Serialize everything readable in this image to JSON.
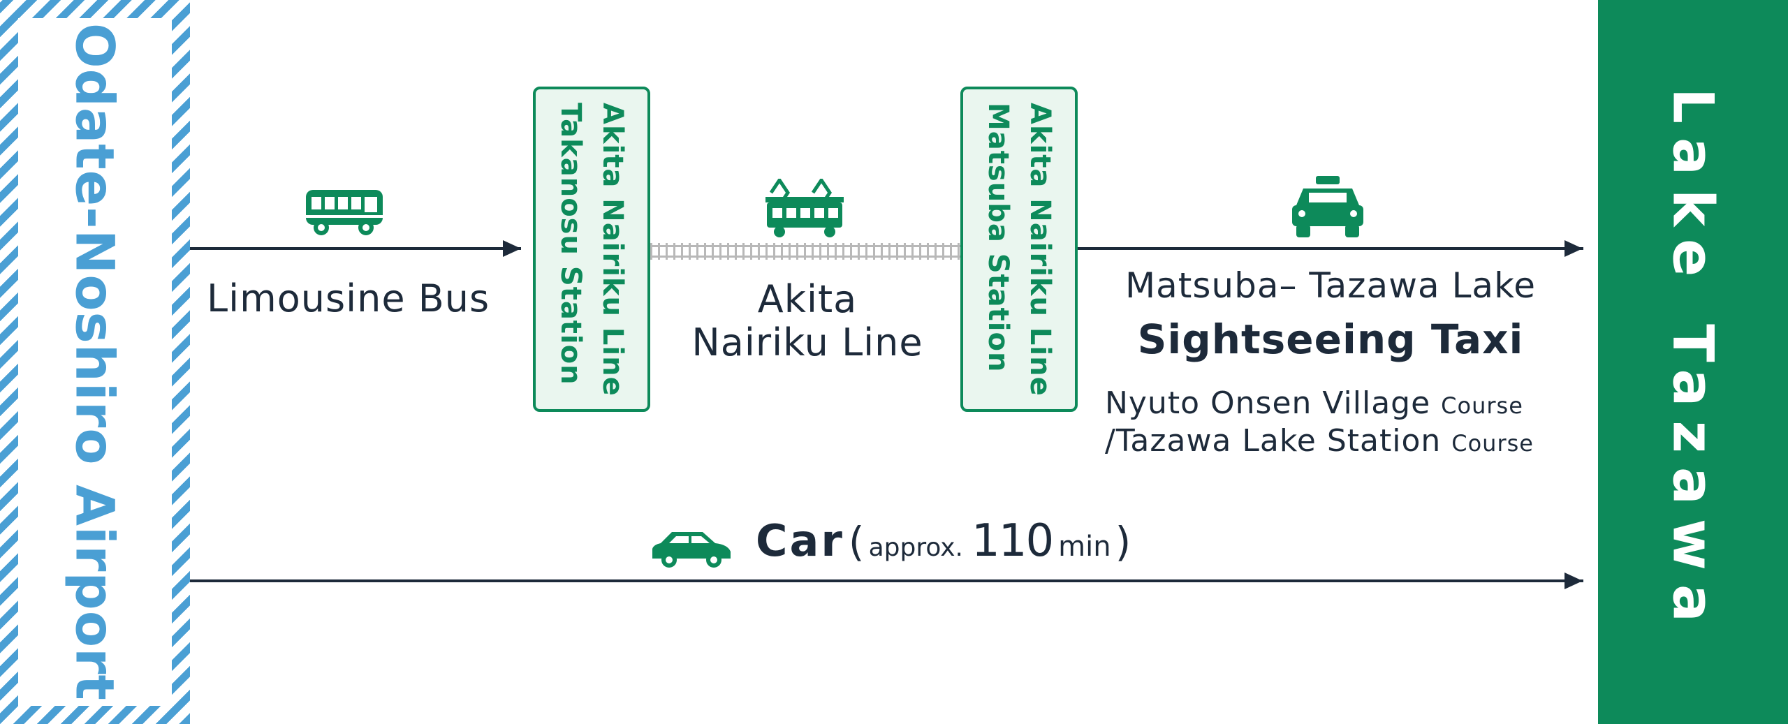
{
  "origin": {
    "name": "Odate-Noshiro Airport"
  },
  "destination": {
    "name": "Lake Tazawa"
  },
  "stations": [
    {
      "line": "Akita Nairiku Line",
      "name": "Takanosu Station"
    },
    {
      "line": "Akita Nairiku Line",
      "name": "Matsuba Station"
    }
  ],
  "routes": {
    "bus": {
      "label": "Limousine Bus",
      "icon": "bus-icon"
    },
    "rail": {
      "line1": "Akita",
      "line2": "Nairiku Line",
      "icon": "train-icon"
    },
    "taxi": {
      "line1": "Matsuba– Tazawa Lake",
      "line2": "Sightseeing Taxi",
      "courses": [
        {
          "name": "Nyuto Onsen Village",
          "suffix": "Course"
        },
        {
          "name": "/Tazawa Lake Station",
          "suffix": "Course"
        }
      ],
      "icon": "taxi-icon"
    },
    "car": {
      "label": "Car",
      "open_paren": "(",
      "approx": "approx.",
      "minutes": "110",
      "unit": "min",
      "close_paren": ")",
      "icon": "car-icon"
    }
  },
  "colors": {
    "airport_blue": "#4a9fd4",
    "lake_green": "#0d8a5a",
    "station_fill": "#eaf6ef",
    "text_navy": "#1d2a3a"
  }
}
